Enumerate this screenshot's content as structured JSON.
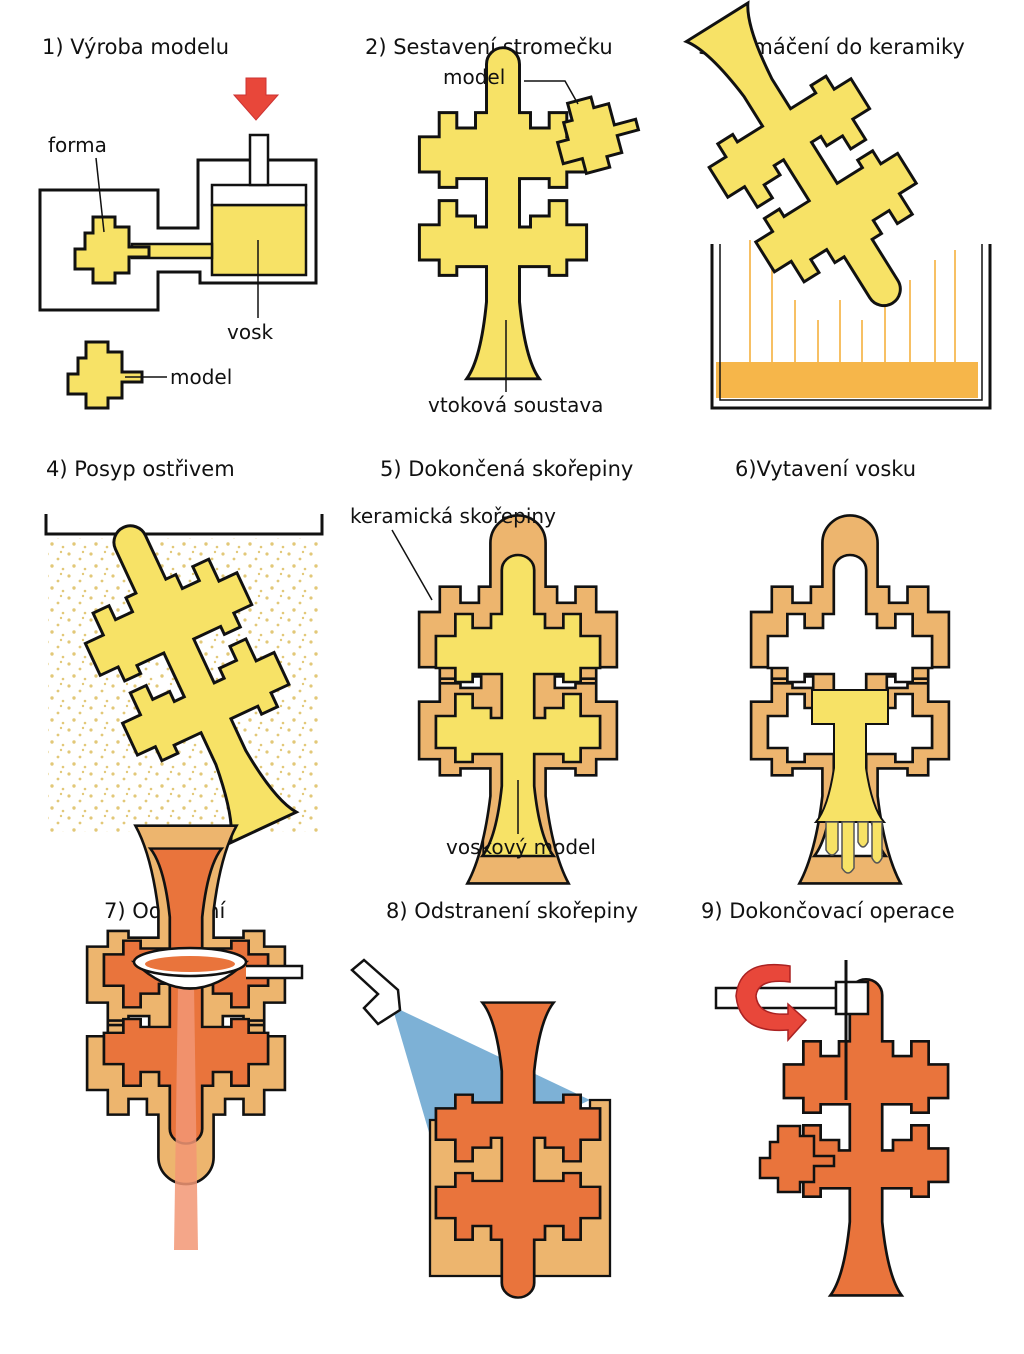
{
  "colors": {
    "wax": "#F7E266",
    "shell": "#EDB56E",
    "metal": "#E9743C",
    "slurry": "#F6B64A",
    "arrow": "#E8473A",
    "water": "#6FA8D2",
    "sand": "#E2C878",
    "outline": "#111111"
  },
  "panels": [
    {
      "title": "1) Výroba modelu",
      "labels": {
        "mold": "forma",
        "wax": "vosk",
        "model": "model"
      },
      "icons": [
        "press-arrow-icon",
        "mold-icon",
        "wax-piston-icon"
      ]
    },
    {
      "title": "2) Sestavení stromečku",
      "labels": {
        "model": "model",
        "gating": "vtoková soustava"
      }
    },
    {
      "title": "3) namáčení do keramiky",
      "labels": {}
    },
    {
      "title": "4) Posyp ostřivem",
      "labels": {}
    },
    {
      "title": "5) Dokončená skořepiny",
      "labels": {
        "shell": "keramická skořepiny",
        "wax_model": "voskový model"
      }
    },
    {
      "title": "6)Vytavení vosku",
      "labels": {}
    },
    {
      "title": "7) Odlévání",
      "labels": {},
      "icons": [
        "ladle-icon"
      ]
    },
    {
      "title": "8) Odstranení skořepiny",
      "labels": {},
      "icons": [
        "water-nozzle-icon"
      ]
    },
    {
      "title": "9) Dokončovací operace",
      "labels": {},
      "icons": [
        "cutting-disc-icon",
        "rotation-arrow-icon"
      ]
    }
  ]
}
